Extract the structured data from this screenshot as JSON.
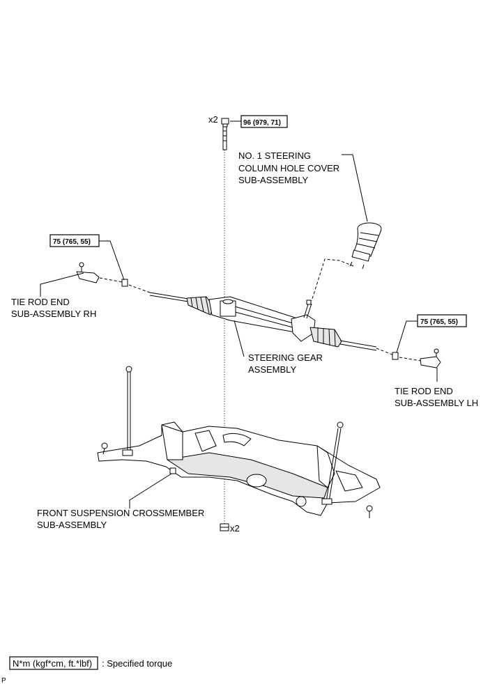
{
  "labels": {
    "column_hole_cover": [
      "NO. 1 STEERING",
      "COLUMN HOLE COVER",
      "SUB-ASSEMBLY"
    ],
    "tie_rod_rh": [
      "TIE ROD END",
      "SUB-ASSEMBLY RH"
    ],
    "steering_gear": [
      "STEERING GEAR",
      "ASSEMBLY"
    ],
    "tie_rod_lh": [
      "TIE ROD END",
      "SUB-ASSEMBLY LH"
    ],
    "crossmember": [
      "FRONT SUSPENSION CROSSMEMBER",
      "SUB-ASSEMBLY"
    ]
  },
  "torque": {
    "gear_bolt": "96 (979, 71)",
    "tie_rod_rh": "75 (765, 55)",
    "tie_rod_lh": "75 (765, 55)"
  },
  "quantity": {
    "bolt": "x2",
    "nut": "x2"
  },
  "legend": {
    "box": "N*m (kgf*cm, ft.*lbf)",
    "text": ": Specified torque"
  },
  "corner_code": "P"
}
